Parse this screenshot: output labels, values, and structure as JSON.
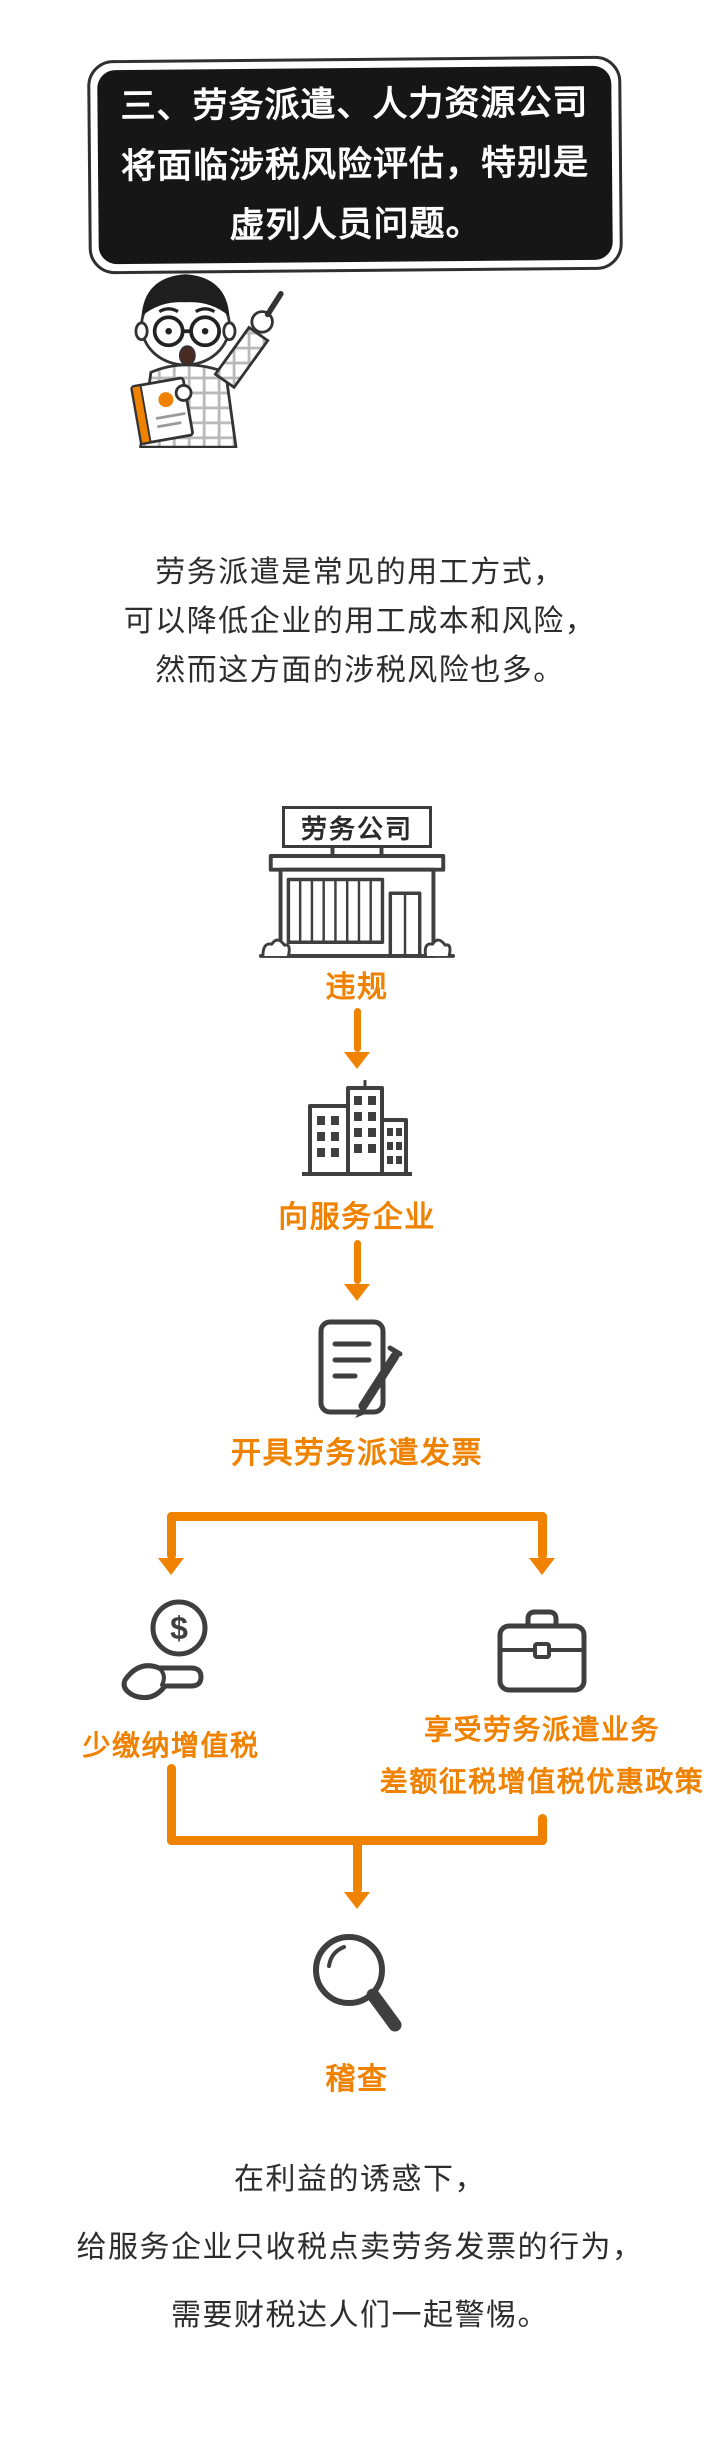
{
  "page": {
    "background": "#ffffff",
    "accent_color": "#EF8200",
    "icon_color": "#3F3F3F"
  },
  "board": {
    "lines": [
      "三、劳务派遣、人力资源公司",
      "将面临涉税风险评估，特别是",
      "虚列人员问题。"
    ]
  },
  "intro": {
    "lines": [
      "劳务派遣是常见的用工方式，",
      "可以降低企业的用工成本和风险，",
      "然而这方面的涉税风险也多。"
    ]
  },
  "flow": {
    "company_sign": "劳务公司",
    "step1_label": "违规",
    "step2_label": "向服务企业",
    "step3_label": "开具劳务派遣发票",
    "branch_left_label": "少缴纳增值税",
    "branch_right_line1": "享受劳务派遣业务",
    "branch_right_line2": "差额征税增值税优惠政策",
    "final_label": "稽查",
    "coin_symbol": "$"
  },
  "outro": {
    "lines": [
      "在利益的诱惑下，",
      "给服务企业只收税点卖劳务发票的行为，",
      "需要财税达人们一起警惕。"
    ]
  }
}
